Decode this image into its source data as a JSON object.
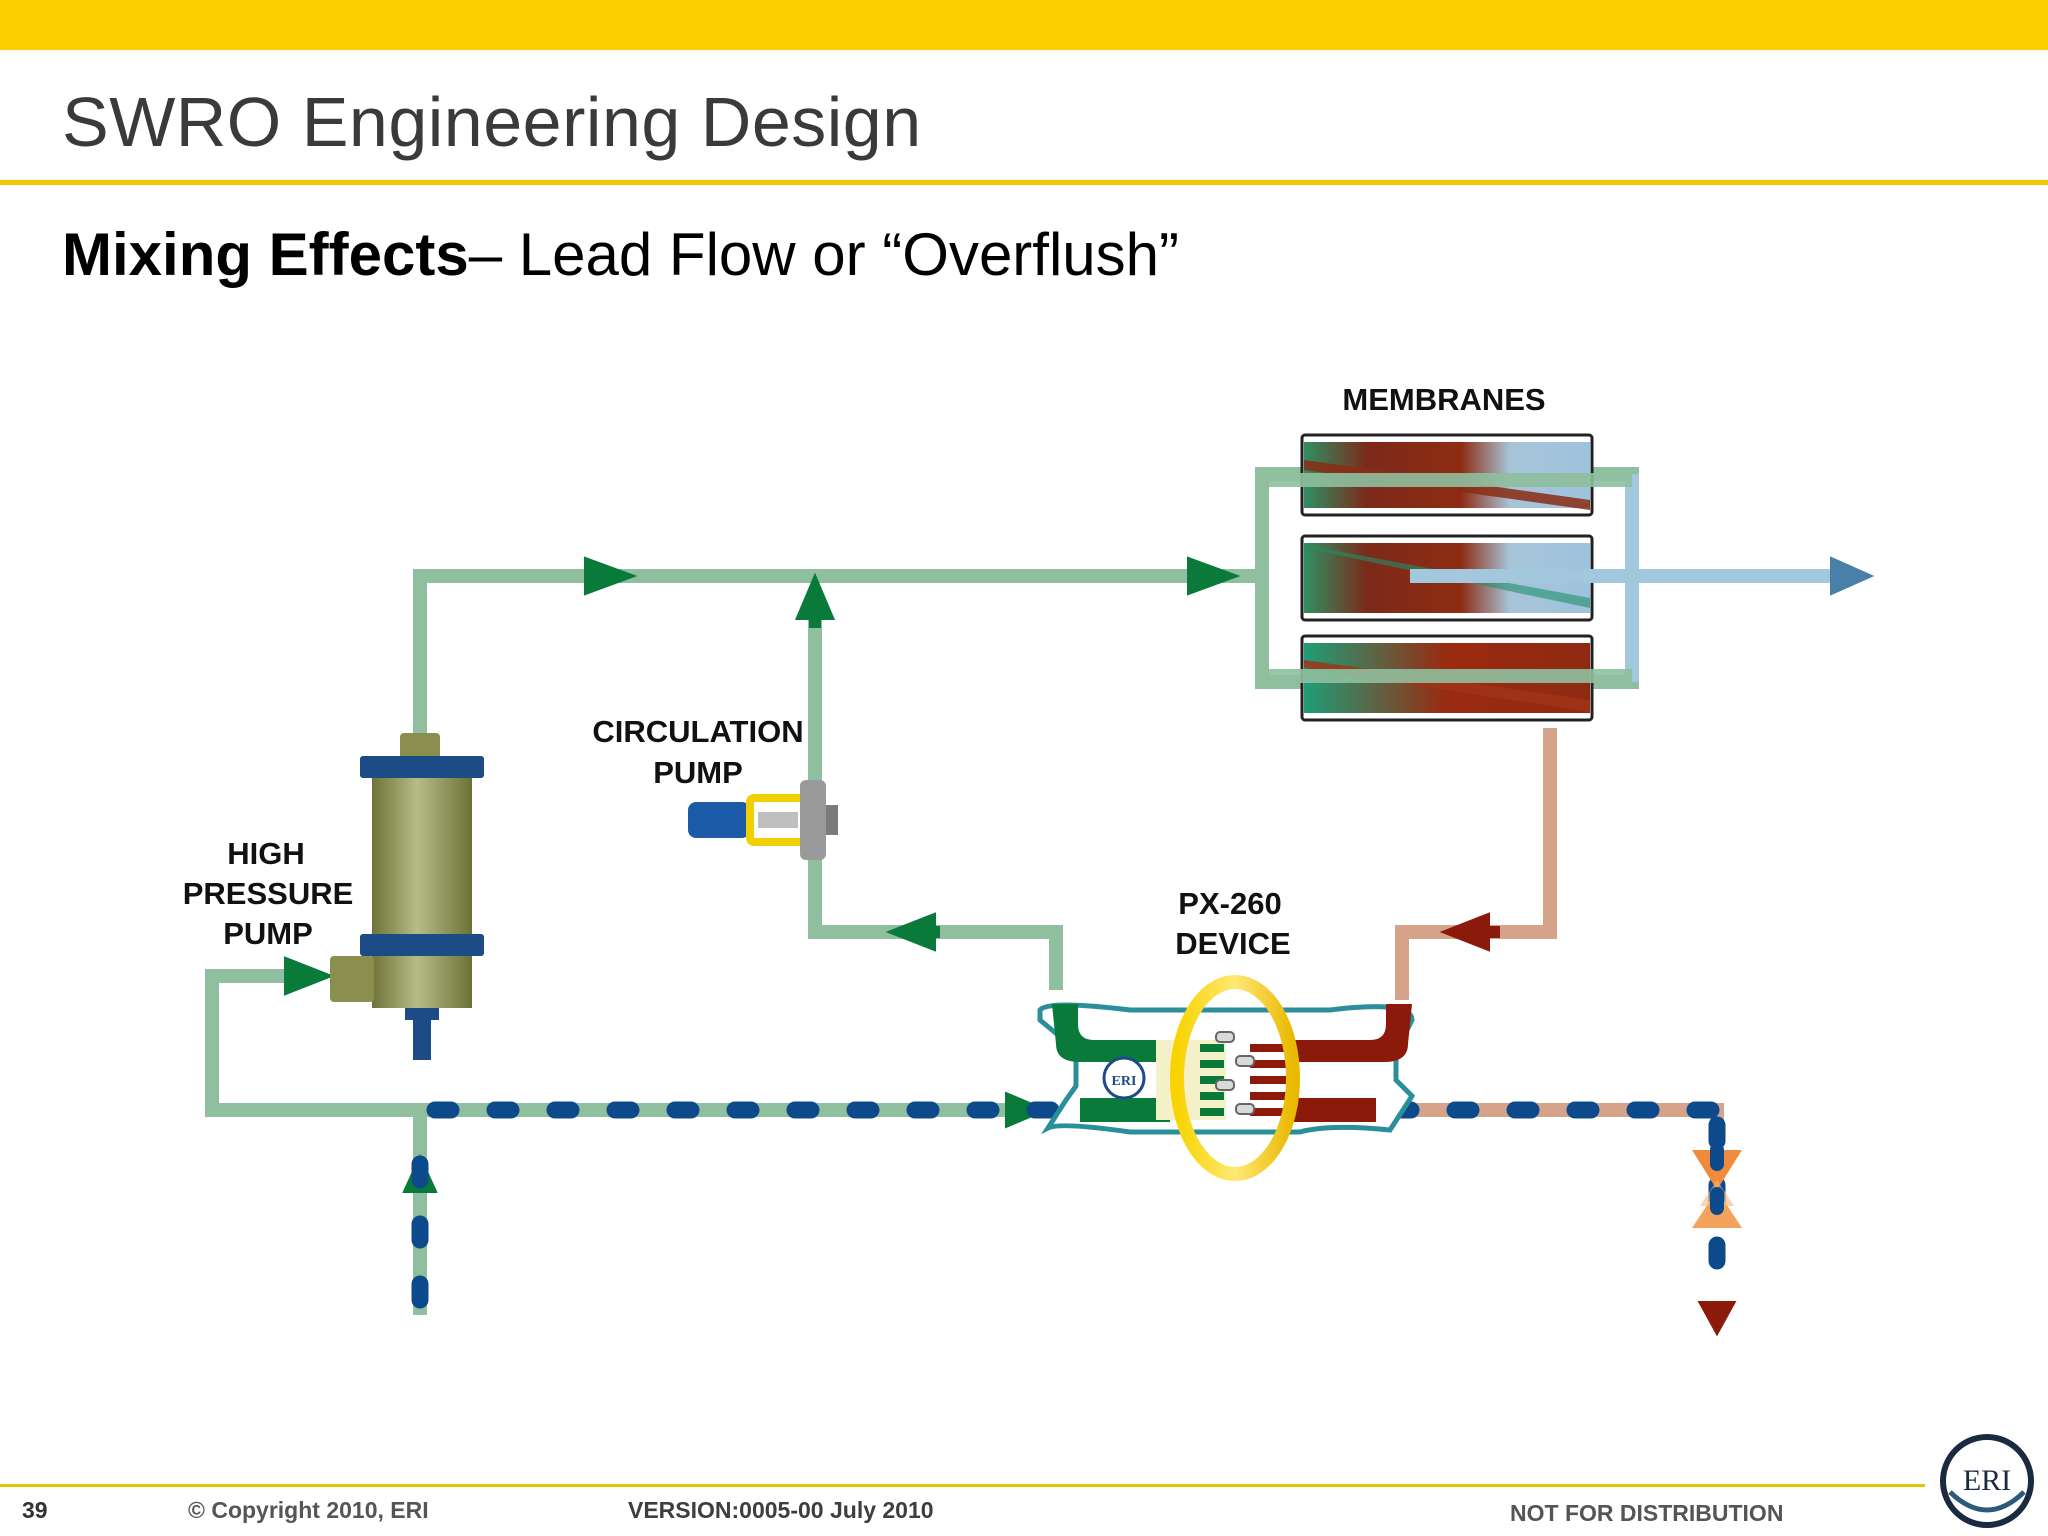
{
  "slide": {
    "title": "SWRO Engineering Design",
    "subtitle_bold": "Mixing Effects",
    "subtitle_rest": "– Lead Flow or “Overflush”"
  },
  "diagram": {
    "labels": {
      "membranes": "MEMBRANES",
      "circulation_pump": [
        "CIRCULATION",
        "PUMP"
      ],
      "high_pressure_pump": [
        "HIGH",
        "PRESSURE",
        "PUMP"
      ],
      "px_device": [
        "PX-260",
        "DEVICE"
      ],
      "px_emblem": "ERI"
    }
  },
  "footer": {
    "page_number": "39",
    "copyright": "© Copyright 2010, ERI",
    "version": "VERSION:0005-00 July 2010",
    "distribution": "NOT FOR DISTRIBUTION"
  },
  "logo": {
    "text": "ERI"
  },
  "colors": {
    "accent_yellow": "#fcd000",
    "feed_pipe": "#8fbf9f",
    "brine_pipe": "#d4a38a",
    "permeate_pipe": "#a3c8de",
    "arrow_green": "#0a7a3a",
    "arrow_red": "#8b1a0a",
    "seawater_dots": "#0c4a8c",
    "pump_body": "#9aa060"
  }
}
